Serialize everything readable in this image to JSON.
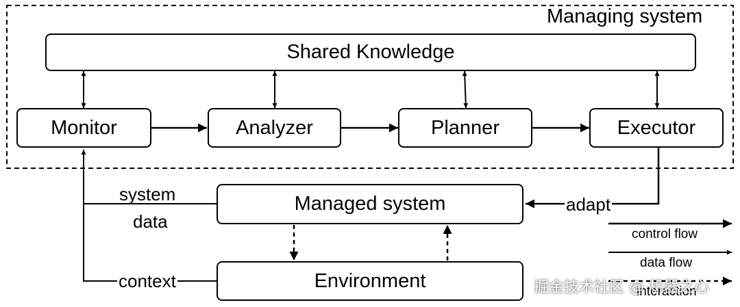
{
  "diagram": {
    "managing_system_label": "Managing system",
    "knowledge": "Shared Knowledge",
    "mape": {
      "monitor": "Monitor",
      "analyzer": "Analyzer",
      "planner": "Planner",
      "executor": "Executor"
    },
    "managed_system": "Managed system",
    "environment": "Environment",
    "edges": {
      "system_data_1": "system",
      "system_data_2": "data",
      "context": "context",
      "adapt": "adapt"
    },
    "legend": {
      "control_flow": "control flow",
      "data_flow": "data flow",
      "interaction": "interaction"
    }
  },
  "watermark": "掘金技术社区 @ 机器之心"
}
